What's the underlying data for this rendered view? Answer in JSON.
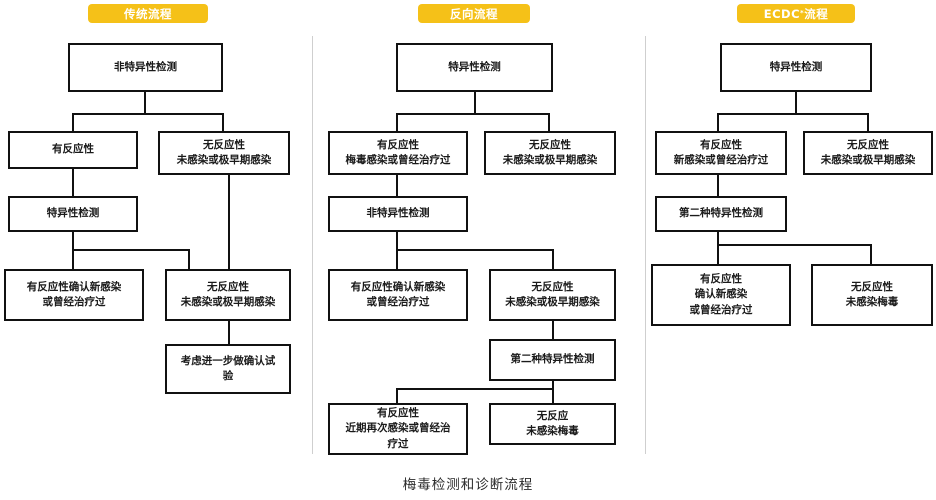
{
  "figure": {
    "caption": "梅毒检测和诊断流程"
  },
  "columns": [
    {
      "id": "traditional",
      "badge_label": "传统流程",
      "badge_suffix": "",
      "nodes": [
        {
          "name": "col1-node-nontreponemal-test",
          "text": "非特异性检测"
        },
        {
          "name": "col1-node-reactive",
          "text": "有反应性"
        },
        {
          "name": "col1-node-nonreactive-uninfected",
          "text": "无反应性\n未感染或极早期感染"
        },
        {
          "name": "col1-node-treponemal-test",
          "text": "特异性检测"
        },
        {
          "name": "col1-node-reactive-confirmed",
          "text": "有反应性确认新感染\n或曾经治疗过"
        },
        {
          "name": "col1-node-nonreactive-uninfected-2",
          "text": "无反应性\n未感染或极早期感染"
        },
        {
          "name": "col1-node-consider-further-test",
          "text": "考虑进一步做确认试\n验"
        }
      ]
    },
    {
      "id": "reverse",
      "badge_label": "反向流程",
      "badge_suffix": "",
      "nodes": [
        {
          "name": "col2-node-treponemal-test",
          "text": "特异性检测"
        },
        {
          "name": "col2-node-reactive-syphilis",
          "text": "有反应性\n梅毒感染或曾经治疗过"
        },
        {
          "name": "col2-node-nonreactive-uninfected",
          "text": "无反应性\n未感染或极早期感染"
        },
        {
          "name": "col2-node-nontreponemal-test",
          "text": "非特异性检测"
        },
        {
          "name": "col2-node-reactive-confirmed",
          "text": "有反应性确认新感染\n或曾经治疗过"
        },
        {
          "name": "col2-node-nonreactive-uninfected-2",
          "text": "无反应性\n未感染或极早期感染"
        },
        {
          "name": "col2-node-second-treponemal-test",
          "text": "第二种特异性检测"
        },
        {
          "name": "col2-node-reactive-recent-reinfection",
          "text": "有反应性\n近期再次感染或曾经治\n疗过"
        },
        {
          "name": "col2-node-nonreactive-no-syphilis",
          "text": "无反应\n未感染梅毒"
        }
      ]
    },
    {
      "id": "ecdc",
      "badge_label": "ECDC",
      "badge_suffix": "流程",
      "badge_mark": "*",
      "nodes": [
        {
          "name": "col3-node-treponemal-test",
          "text": "特异性检测"
        },
        {
          "name": "col3-node-reactive-new-infection",
          "text": "有反应性\n新感染或曾经治疗过"
        },
        {
          "name": "col3-node-nonreactive-uninfected",
          "text": "无反应性\n未感染或极早期感染"
        },
        {
          "name": "col3-node-second-treponemal-test",
          "text": "第二种特异性检测"
        },
        {
          "name": "col3-node-reactive-confirmed",
          "text": "有反应性\n确认新感染\n或曾经治疗过"
        },
        {
          "name": "col3-node-nonreactive-no-syphilis",
          "text": "无反应性\n未感染梅毒"
        }
      ]
    }
  ],
  "colors": {
    "badge_background": "#f5c118",
    "badge_text": "#ffffff",
    "node_border": "#111111",
    "node_background": "#ffffff",
    "connector": "#111111",
    "divider": "#cfcfcf",
    "page_background": "#ffffff"
  }
}
